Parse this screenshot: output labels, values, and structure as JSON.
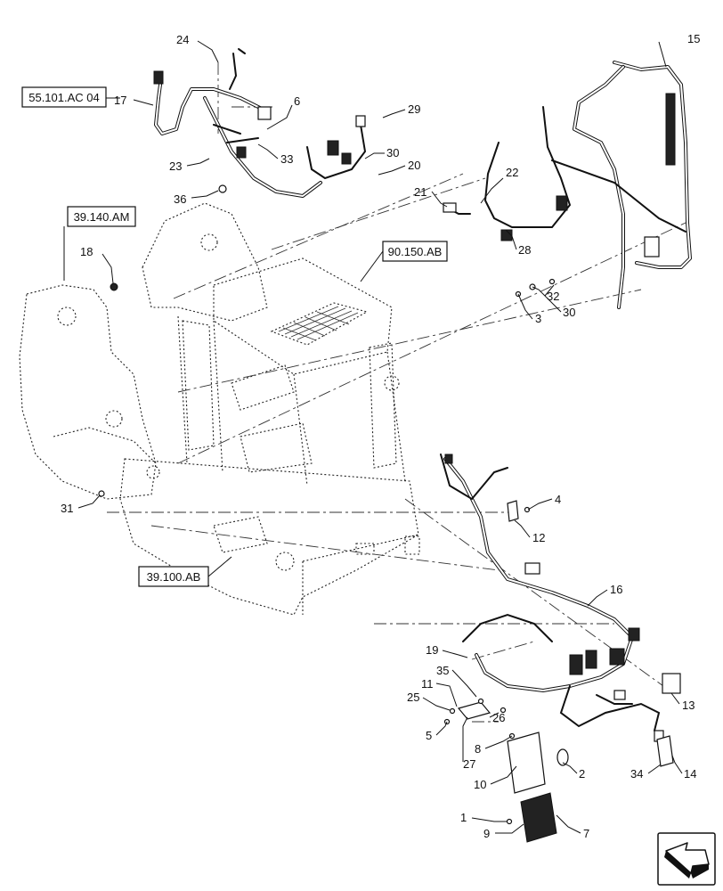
{
  "references": {
    "r1": "55.101.AC 04",
    "r2": "39.140.AM",
    "r3": "90.150.AB",
    "r4": "39.100.AB"
  },
  "callouts": {
    "c1": "1",
    "c2": "2",
    "c3": "3",
    "c4": "4",
    "c5": "5",
    "c6": "6",
    "c7": "7",
    "c8": "8",
    "c9": "9",
    "c10": "10",
    "c11": "11",
    "c12": "12",
    "c13": "13",
    "c14": "14",
    "c15": "15",
    "c16": "16",
    "c17": "17",
    "c18": "18",
    "c19": "19",
    "c20": "20",
    "c21": "21",
    "c22": "22",
    "c23": "23",
    "c24": "24",
    "c25": "25",
    "c26": "26",
    "c27": "27",
    "c28": "28",
    "c29": "29",
    "c30a": "30",
    "c30b": "30",
    "c31": "31",
    "c32": "32",
    "c33": "33",
    "c34": "34",
    "c35": "35",
    "c36": "36"
  },
  "icons": {
    "nav": "arrow-nav-icon"
  }
}
